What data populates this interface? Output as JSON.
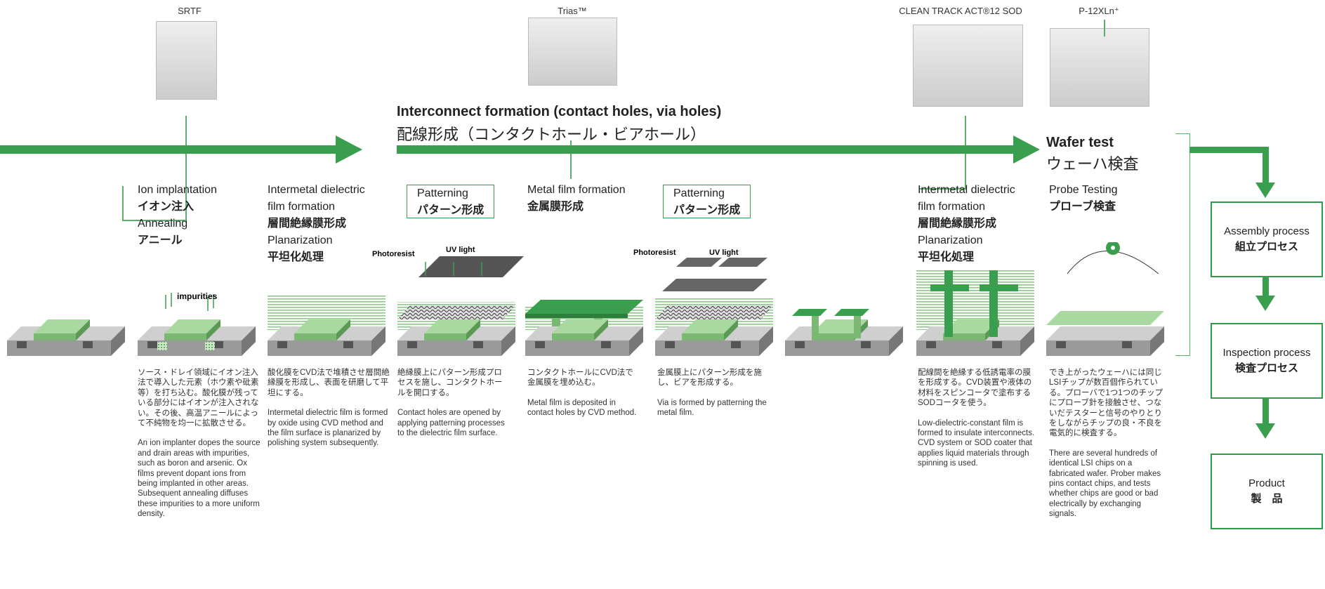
{
  "equipment": {
    "srtf": "SRTF",
    "trias": "Trias™",
    "clean_track": "CLEAN TRACK ACT®12 SOD",
    "p12xln": "P-12XLn⁺"
  },
  "interconnect": {
    "title_en": "Interconnect formation (contact holes, via holes)",
    "title_ja": "配線形成（コンタクトホール・ビアホール）"
  },
  "wafer_test": {
    "title_en": "Wafer test",
    "title_ja": "ウェーハ検査"
  },
  "steps": {
    "ion": {
      "l1": "Ion implantation",
      "l2": "イオン注入",
      "l3": "Annealing",
      "l4": "アニール"
    },
    "imd1": {
      "l1": "Intermetal dielectric",
      "l2": "film formation",
      "l3": "層間絶縁膜形成",
      "l4": "Planarization",
      "l5": "平坦化処理"
    },
    "pattern1": {
      "l1": "Patterning",
      "l2": "パターン形成"
    },
    "metal": {
      "l1": "Metal film formation",
      "l2": "金属膜形成"
    },
    "pattern2": {
      "l1": "Patterning",
      "l2": "パターン形成"
    },
    "imd2": {
      "l1": "Intermetal dielectric",
      "l2": "film formation",
      "l3": "層間絶縁膜形成",
      "l4": "Planarization",
      "l5": "平坦化処理"
    },
    "probe": {
      "l1": "Probe Testing",
      "l2": "プローブ検査"
    }
  },
  "diagram_labels": {
    "impurities": "impurities",
    "photoresist1": "Photoresist",
    "uv1": "UV light",
    "photoresist2": "Photoresist",
    "uv2": "UV light"
  },
  "descriptions": {
    "ion_ja": "ソース・ドレイ領域にイオン注入法で導入した元素（ホウ素や砒素等）を打ち込む。酸化膜が残っている部分にはイオンが注入されない。その後、高温アニールによって不純物を均一に拡散させる。",
    "ion_en": "An ion implanter dopes the source and drain areas with impurities, such as boron and arsenic. Ox films prevent dopant ions from being implanted in other areas.  Subsequent annealing diffuses these impurities to a more uniform density.",
    "imd1_ja": "酸化膜をCVD法で堆積させ層間絶縁膜を形成し、表面を研磨して平坦にする。",
    "imd1_en": "Intermetal dielectric film is formed by oxide using CVD method and the film surface is planarized by polishing system subsequently.",
    "pat1_ja": "絶縁膜上にパターン形成プロセスを施し、コンタクトホールを開口する。",
    "pat1_en": "Contact holes are opened by applying patterning processes to the dielectric film surface.",
    "metal_ja": "コンタクトホールにCVD法で金属膜を埋め込む。",
    "metal_en": "Metal film is deposited in contact holes by CVD method.",
    "pat2_ja": "金属膜上にパターン形成を施し、ビアを形成する。",
    "pat2_en": "Via is formed by patterning the metal film.",
    "imd2_ja": "配線間を絶縁する低誘電率の膜を形成する。CVD装置や液体の材料をスピンコータで塗布するSODコータを使う。",
    "imd2_en": "Low-dielectric-constant film is formed to insulate interconnects. CVD system or SOD coater that applies liquid materials through spinning is used.",
    "probe_ja": "でき上がったウェーハには同じLSIチップが数百個作られている。プローバで1つ1つのチップにプローブ針を接触させ、つないだテスターと信号のやりとりをしながらチップの良・不良を電気的に検査する。",
    "probe_en": "There are several hundreds of identical LSI chips on a fabricated wafer. Prober makes pins contact chips, and tests whether chips are good or bad electrically by exchanging signals."
  },
  "flow": {
    "assembly_en": "Assembly process",
    "assembly_ja": "組立プロセス",
    "inspection_en": "Inspection process",
    "inspection_ja": "検査プロセス",
    "product_en": "Product",
    "product_ja": "製　品"
  },
  "colors": {
    "accent": "#3a9e4f",
    "light_green": "#a9d8a0",
    "gray": "#9a9a9a"
  }
}
